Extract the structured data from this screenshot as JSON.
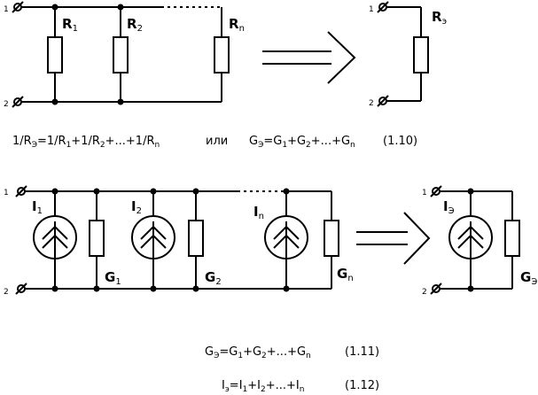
{
  "terminals": {
    "top": "1",
    "bottom": "2"
  },
  "resistor_labels": {
    "r1": {
      "main": "R",
      "sub": "1"
    },
    "r2": {
      "main": "R",
      "sub": "2"
    },
    "rn": {
      "main": "R",
      "sub": "n"
    },
    "re": {
      "main": "R",
      "sub": "э"
    }
  },
  "source_labels": {
    "i1": {
      "main": "I",
      "sub": "1"
    },
    "i2": {
      "main": "I",
      "sub": "2"
    },
    "in": {
      "main": "I",
      "sub": "n"
    },
    "ie": {
      "main": "I",
      "sub": "Э"
    }
  },
  "conductance_labels": {
    "g1": {
      "main": "G",
      "sub": "1"
    },
    "g2": {
      "main": "G",
      "sub": "2"
    },
    "gn": {
      "main": "G",
      "sub": "n"
    },
    "ge": {
      "main": "G",
      "sub": "Э"
    }
  },
  "equations": {
    "eq_1_10": {
      "part1": "1/R",
      "part1_sub": "Э",
      "part2": "=1/R",
      "part2_sub": "1",
      "part3": "+1/R",
      "part3_sub": "2",
      "part4": "+...+1/R",
      "part4_sub": "n",
      "word": "или",
      "part5": "G",
      "part5_sub": "Э",
      "part6": "=G",
      "part6_sub": "1",
      "part7": "+G",
      "part7_sub": "2",
      "part8": "+...+G",
      "part8_sub": "n",
      "number": "(1.10)"
    },
    "eq_1_11": {
      "p1": "G",
      "p1_sub": "Э",
      "p2": "=G",
      "p2_sub": "1",
      "p3": "+G",
      "p3_sub": "2",
      "p4": "+...+G",
      "p4_sub": "n",
      "number": "(1.11)"
    },
    "eq_1_12": {
      "p1": "I",
      "p1_sub": "э",
      "p2": "=I",
      "p2_sub": "1",
      "p3": "+I",
      "p3_sub": "2",
      "p4": "+...+I",
      "p4_sub": "n",
      "number": "(1.12)"
    }
  }
}
